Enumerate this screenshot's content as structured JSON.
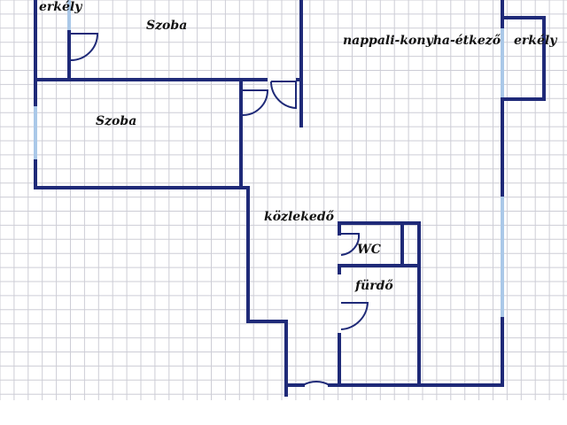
{
  "floorplan": {
    "colors": {
      "grid": "#cdcdd6",
      "wall": "#1f2a78",
      "window": "#aac8e8",
      "door": "#1f2a78",
      "label": "#111111"
    },
    "rooms": [
      {
        "id": "erkely-left",
        "label": "erkély"
      },
      {
        "id": "szoba-top",
        "label": "Szoba"
      },
      {
        "id": "nappali",
        "label": "nappali-konyha-étkező"
      },
      {
        "id": "erkely-right",
        "label": "erkély"
      },
      {
        "id": "szoba-middle",
        "label": "Szoba"
      },
      {
        "id": "kozlekedo",
        "label": "közlekedő"
      },
      {
        "id": "wc",
        "label": "WC"
      },
      {
        "id": "furdo",
        "label": "fürdő"
      }
    ]
  }
}
